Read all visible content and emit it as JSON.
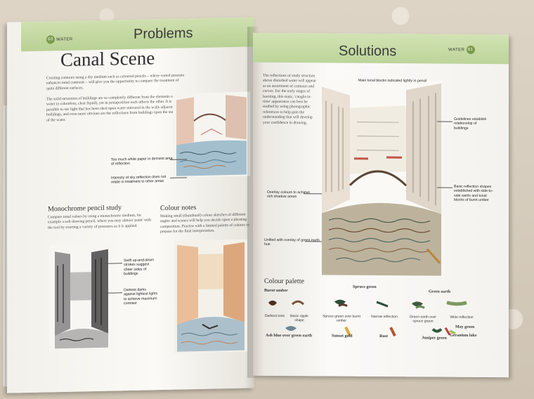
{
  "left_page": {
    "page_number": "60",
    "section": "WATER",
    "heading": "Problems",
    "title": "Canal Scene",
    "intro": "Creating contours using a dry medium such as coloured pencils – where varied pressure enhances tonal contrasts – will give you the opportunity to compare the treatment of quite different surfaces.",
    "intro2": "The solid structures of buildings are so completely different from the elements of water (a colourless, clear liquid), yet in juxtaposition each affects the other. It is possible to see light that has been shed upon water mirrored in the walls adjacent to buildings, and even more obvious are the reflections from buildings upon the surface of the water.",
    "cap_white_paper": "Too much white paper in densest area of reflection",
    "cap_sky": "Intensity of sky reflection does not relate in treatment to other areas",
    "mono_heading": "Monochrome pencil study",
    "mono_text": "Compare tonal values by using a monochrome medium, for example a soft drawing pencil, where you may almost 'paint' with the tool by exerting a variety of pressures as it is applied.",
    "colour_heading": "Colour notes",
    "colour_text": "Making small (thumbnail) colour sketches of different angles and scenes will help you decide upon a pleasing composition. Practise with a limited palette of colours to prepare for the final interpretation.",
    "cap_strokes": "Swift up-and-down strokes suggest sheer sides of buildings",
    "cap_darks": "Darkest darks against lightest lights to achieve maximum contrast"
  },
  "right_page": {
    "page_number": "61",
    "section": "WATER",
    "heading": "Solutions",
    "intro": "The reflections of study structure above disturbed water will appear as an assortment of contours and curves. For the early stages of learning, this static, 'caught-in-time' appearance can best be studied by using photographic references to help gain the understanding that will develop your confidence in drawing.",
    "cap_main_tonal": "Main tonal blocks indicated lightly in pencil",
    "cap_guidelines": "Guidelines establish relationship of buildings",
    "cap_overlay": "Overlay colours to achieve rich shadow areas",
    "cap_basic_reflection": "Basic reflection shapes established with side-to-side swirls and tonal blocks of burnt umber",
    "cap_unified": "Unified with overlay of green earth hue",
    "palette_heading": "Colour palette",
    "palette": {
      "burnt_umber": "Burnt umber",
      "spruce_green": "Spruce green",
      "green_earth": "Green earth",
      "darkest_tone": "Darkest tone",
      "basic_ripple": "Basic ripple shape",
      "spruce_over_umber": "Spruce green over burnt umber",
      "narrow_reflection": "Narrow reflection",
      "green_over_spruce": "Green earth over spruce green",
      "wide_reflection": "Wide reflection",
      "ash_blue": "Ash blue over green earth",
      "sunset_gold": "Sunset gold",
      "rust": "Rust",
      "juniper_green": "Juniper green",
      "may_green": "May green",
      "geranium_lake": "Geranium lake"
    }
  }
}
